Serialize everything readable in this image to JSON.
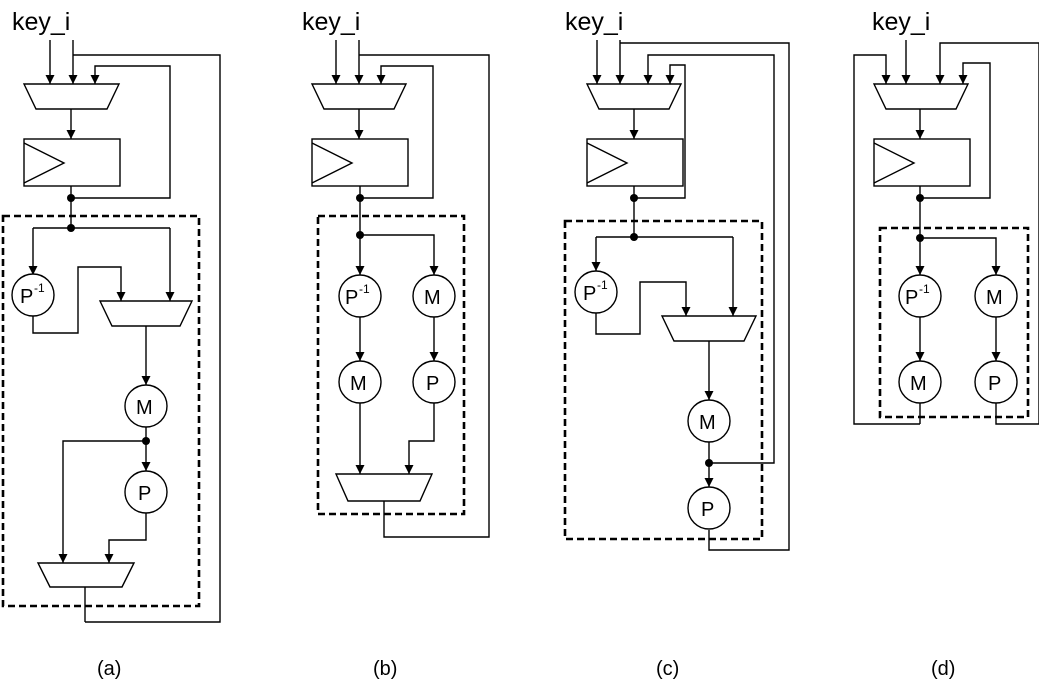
{
  "panels": [
    {
      "input_label": "key_i",
      "caption": "(a)",
      "node_left": "P",
      "node_left_sup": "-1",
      "node_mid": "M",
      "node_bottom": "P"
    },
    {
      "input_label": "key_i",
      "caption": "(b)",
      "node_left_top": "P",
      "node_left_sup": "-1",
      "node_left_bottom": "M",
      "node_right_top": "M",
      "node_right_bottom": "P"
    },
    {
      "input_label": "key_i",
      "caption": "(c)",
      "node_left": "P",
      "node_left_sup": "-1",
      "node_mid": "M",
      "node_bottom": "P"
    },
    {
      "input_label": "key_i",
      "caption": "(d)",
      "node_left_top": "P",
      "node_left_sup": "-1",
      "node_left_bottom": "M",
      "node_right_top": "M",
      "node_right_bottom": "P"
    }
  ]
}
